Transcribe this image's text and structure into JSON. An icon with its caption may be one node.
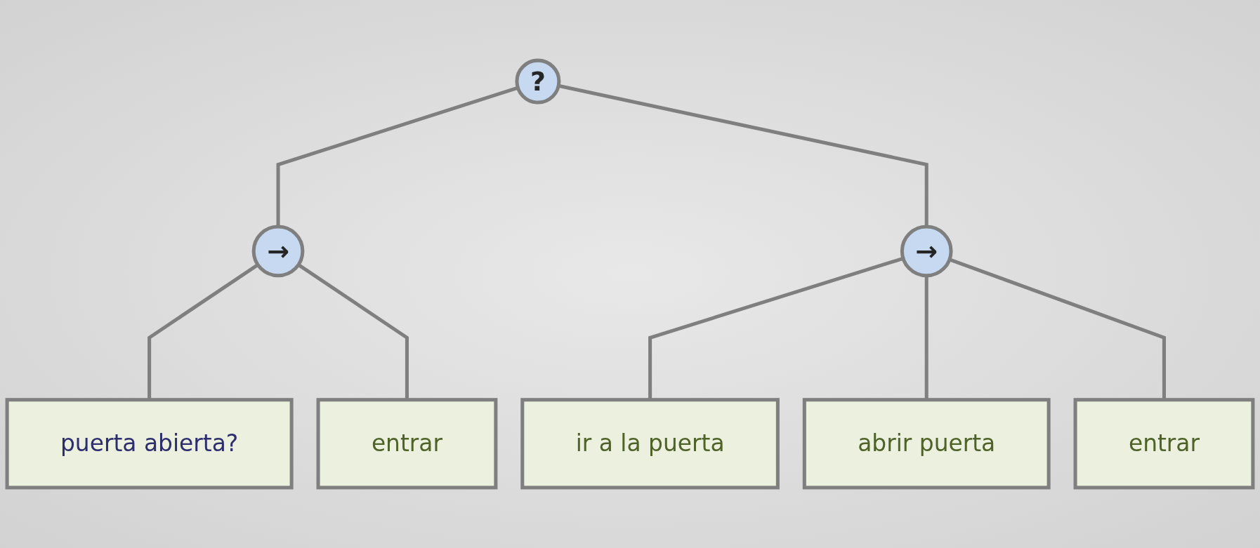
{
  "diagram": {
    "nodes": [
      {
        "text": [
          "?"
        ]
      },
      {
        "text": [
          "→"
        ]
      },
      {
        "text": [
          "→"
        ]
      },
      {
        "text": [
          "puerta abierta?"
        ]
      },
      {
        "text": [
          "entrar"
        ]
      },
      {
        "text": [
          "ir a la puerta"
        ]
      },
      {
        "text": [
          "abrir puerta"
        ]
      },
      {
        "text": [
          "entrar"
        ]
      }
    ],
    "edges": [
      {
        "from": 0,
        "to": 1,
        "arrow": "none"
      },
      {
        "from": 0,
        "to": 2,
        "arrow": "none"
      },
      {
        "from": 1,
        "to": 3,
        "arrow": "none"
      },
      {
        "from": 1,
        "to": 4,
        "arrow": "none"
      },
      {
        "from": 2,
        "to": 5,
        "arrow": "none"
      },
      {
        "from": 2,
        "to": 6,
        "arrow": "none"
      },
      {
        "from": 2,
        "to": 7,
        "arrow": "none"
      }
    ]
  }
}
